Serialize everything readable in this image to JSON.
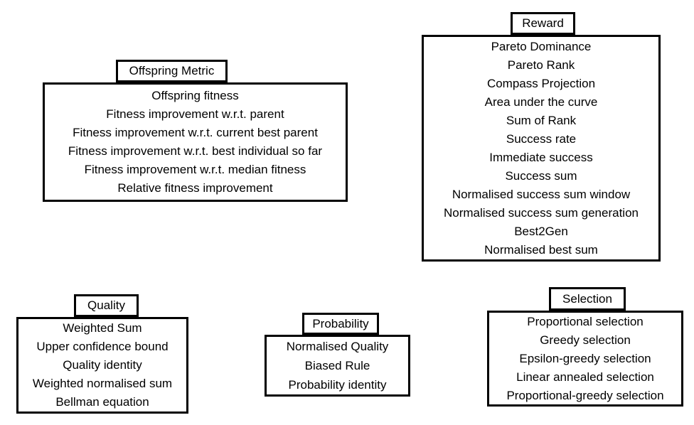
{
  "diagram": {
    "colors": {
      "border": "#000000",
      "text": "#000000",
      "background": "#ffffff"
    },
    "groups": [
      {
        "id": "offspring-metric",
        "title": "Offspring Metric",
        "items": [
          "Offspring fitness",
          "Fitness improvement w.r.t. parent",
          "Fitness improvement w.r.t. current best parent",
          "Fitness improvement w.r.t. best individual so far",
          "Fitness improvement w.r.t. median fitness",
          "Relative fitness improvement"
        ]
      },
      {
        "id": "reward",
        "title": "Reward",
        "items": [
          "Pareto Dominance",
          "Pareto Rank",
          "Compass Projection",
          "Area under the curve",
          "Sum of Rank",
          "Success rate",
          "Immediate success",
          "Success sum",
          "Normalised success sum window",
          "Normalised success sum generation",
          "Best2Gen",
          "Normalised best sum"
        ]
      },
      {
        "id": "quality",
        "title": "Quality",
        "items": [
          "Weighted Sum",
          "Upper confidence bound",
          "Quality identity",
          "Weighted normalised sum",
          "Bellman equation"
        ]
      },
      {
        "id": "probability",
        "title": "Probability",
        "items": [
          "Normalised Quality",
          "Biased Rule",
          "Probability identity"
        ]
      },
      {
        "id": "selection",
        "title": "Selection",
        "items": [
          "Proportional selection",
          "Greedy selection",
          "Epsilon-greedy selection",
          "Linear annealed selection",
          "Proportional-greedy selection"
        ]
      }
    ]
  }
}
